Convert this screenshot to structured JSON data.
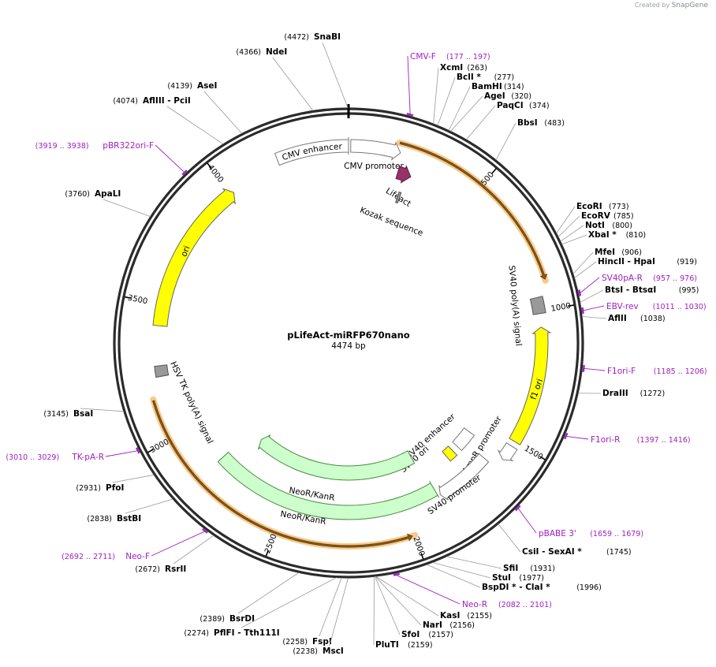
{
  "credit": {
    "prefix": "Created by",
    "brand": "SnapGene"
  },
  "plasmid": {
    "name": "pLifeAct-miRFP670nano",
    "length_label": "4474 bp",
    "length": 4474
  },
  "ticks": [
    {
      "pos": 500,
      "label": "500"
    },
    {
      "pos": 1000,
      "label": "1000"
    },
    {
      "pos": 1500,
      "label": "1500"
    },
    {
      "pos": 2000,
      "label": "2000"
    },
    {
      "pos": 2500,
      "label": "2500"
    },
    {
      "pos": 3000,
      "label": "3000"
    },
    {
      "pos": 3500,
      "label": "3500"
    },
    {
      "pos": 4000,
      "label": "4000"
    }
  ],
  "enzymes": [
    {
      "name": "SnaBI",
      "pos_label": "(4472)",
      "pos": 4472
    },
    {
      "name": "NdeI",
      "pos_label": "(4366)",
      "pos": 4366
    },
    {
      "name": "AseI",
      "pos_label": "(4139)",
      "pos": 4139
    },
    {
      "name": "AflIII  - PciI",
      "pos_label": "(4074)",
      "pos": 4074
    },
    {
      "name": "ApaLI",
      "pos_label": "(3760)",
      "pos": 3760
    },
    {
      "name": "BsaI",
      "pos_label": "(3145)",
      "pos": 3145
    },
    {
      "name": "PfoI",
      "pos_label": "(2931)",
      "pos": 2931
    },
    {
      "name": "BstBI",
      "pos_label": "(2838)",
      "pos": 2838
    },
    {
      "name": "RsrII",
      "pos_label": "(2672)",
      "pos": 2672
    },
    {
      "name": "BsrDI",
      "pos_label": "(2389)",
      "pos": 2389
    },
    {
      "name": "PflFI  - Tth111I",
      "pos_label": "(2274)",
      "pos": 2274
    },
    {
      "name": "FspI",
      "pos_label": "(2258)",
      "pos": 2258
    },
    {
      "name": "MscI",
      "pos_label": "(2238)",
      "pos": 2238
    },
    {
      "name": "PluTI",
      "pos_label": "(2159)",
      "pos": 2159
    },
    {
      "name": "SfoI",
      "pos_label": "(2157)",
      "pos": 2157
    },
    {
      "name": "NarI",
      "pos_label": "(2156)",
      "pos": 2156
    },
    {
      "name": "KasI",
      "pos_label": "(2155)",
      "pos": 2155
    },
    {
      "name": "BspDI *  - ClaI *",
      "pos_label": "(1996)",
      "pos": 1996
    },
    {
      "name": "StuI",
      "pos_label": "(1977)",
      "pos": 1977
    },
    {
      "name": "SfiI",
      "pos_label": "(1931)",
      "pos": 1931
    },
    {
      "name": "CsiI  - SexAI *",
      "pos_label": "(1745)",
      "pos": 1745
    },
    {
      "name": "DraIII",
      "pos_label": "(1272)",
      "pos": 1272
    },
    {
      "name": "AflII",
      "pos_label": "(1038)",
      "pos": 1038
    },
    {
      "name": "BtsI  - BtsαI",
      "pos_label": "(995)",
      "pos": 995
    },
    {
      "name": "HincII  - HpaI",
      "pos_label": "(919)",
      "pos": 919
    },
    {
      "name": "MfeI",
      "pos_label": "(906)",
      "pos": 906
    },
    {
      "name": "XbaI *",
      "pos_label": "(810)",
      "pos": 810
    },
    {
      "name": "NotI",
      "pos_label": "(800)",
      "pos": 800
    },
    {
      "name": "EcoRV",
      "pos_label": "(785)",
      "pos": 785
    },
    {
      "name": "EcoRI",
      "pos_label": "(773)",
      "pos": 773
    },
    {
      "name": "BbsI",
      "pos_label": "(483)",
      "pos": 483
    },
    {
      "name": "PaqCI",
      "pos_label": "(374)",
      "pos": 374
    },
    {
      "name": "AgeI",
      "pos_label": "(320)",
      "pos": 320
    },
    {
      "name": "BamHI",
      "pos_label": "(314)",
      "pos": 314
    },
    {
      "name": "BclI *",
      "pos_label": "(277)",
      "pos": 277
    },
    {
      "name": "XcmI",
      "pos_label": "(263)",
      "pos": 263
    }
  ],
  "primers": [
    {
      "name": "CMV-F",
      "pos_label": "(177 .. 197)",
      "start": 177,
      "end": 197
    },
    {
      "name": "SV40pA-R",
      "pos_label": "(957 .. 976)",
      "start": 957,
      "end": 976
    },
    {
      "name": "EBV-rev",
      "pos_label": "(1011 .. 1030)",
      "start": 1011,
      "end": 1030
    },
    {
      "name": "F1ori-F",
      "pos_label": "(1185 .. 1206)",
      "start": 1185,
      "end": 1206
    },
    {
      "name": "F1ori-R",
      "pos_label": "(1397 .. 1416)",
      "start": 1397,
      "end": 1416
    },
    {
      "name": "pBABE 3'",
      "pos_label": "(1659 .. 1679)",
      "start": 1659,
      "end": 1679
    },
    {
      "name": "Neo-R",
      "pos_label": "(2082 .. 2101)",
      "start": 2082,
      "end": 2101
    },
    {
      "name": "Neo-F",
      "pos_label": "(2692 .. 2711)",
      "start": 2692,
      "end": 2711
    },
    {
      "name": "TK-pA-R",
      "pos_label": "(3010 .. 3029)",
      "start": 3010,
      "end": 3029
    },
    {
      "name": "pBR322ori-F",
      "pos_label": "(3919 .. 3938)",
      "start": 3919,
      "end": 3938
    }
  ],
  "features": [
    {
      "label": "CMV enhancer",
      "kind": "promoter",
      "color": "#ffffff"
    },
    {
      "label": "CMV promoter",
      "kind": "promoter",
      "color": "#ffffff"
    },
    {
      "label": "Lifeact",
      "kind": "cds",
      "color": "#993366"
    },
    {
      "label": "Kozak sequence",
      "kind": "misc",
      "color": "#999999"
    },
    {
      "label": "SV40 poly(A) signal",
      "kind": "terminator",
      "color": "#999999"
    },
    {
      "label": "f1 ori",
      "kind": "origin",
      "color": "#ffff00"
    },
    {
      "label": "AmpR promoter",
      "kind": "promoter",
      "color": "#ffffff"
    },
    {
      "label": "SV40 enhancer",
      "kind": "promoter",
      "color": "#ffffff"
    },
    {
      "label": "SV40 ori",
      "kind": "origin",
      "color": "#ffff00"
    },
    {
      "label": "SV40 promoter",
      "kind": "promoter",
      "color": "#ffffff"
    },
    {
      "label": "NeoR/KanR",
      "kind": "cds",
      "color": "#ccffcc"
    },
    {
      "label": "NeoR/KanR",
      "kind": "cds",
      "color": "#ccffcc"
    },
    {
      "label": "HSV TK poly(A) signal",
      "kind": "terminator",
      "color": "#999999"
    },
    {
      "label": "ori",
      "kind": "origin",
      "color": "#ffff00"
    }
  ],
  "orfs": [
    {
      "start": 177,
      "end": 900,
      "color": "#f7c98a"
    },
    {
      "start": 2000,
      "end": 3155,
      "color": "#f7c98a"
    }
  ],
  "colors": {
    "enzyme": "#000000",
    "primer": "#a020c0",
    "backbone": "#333333"
  }
}
